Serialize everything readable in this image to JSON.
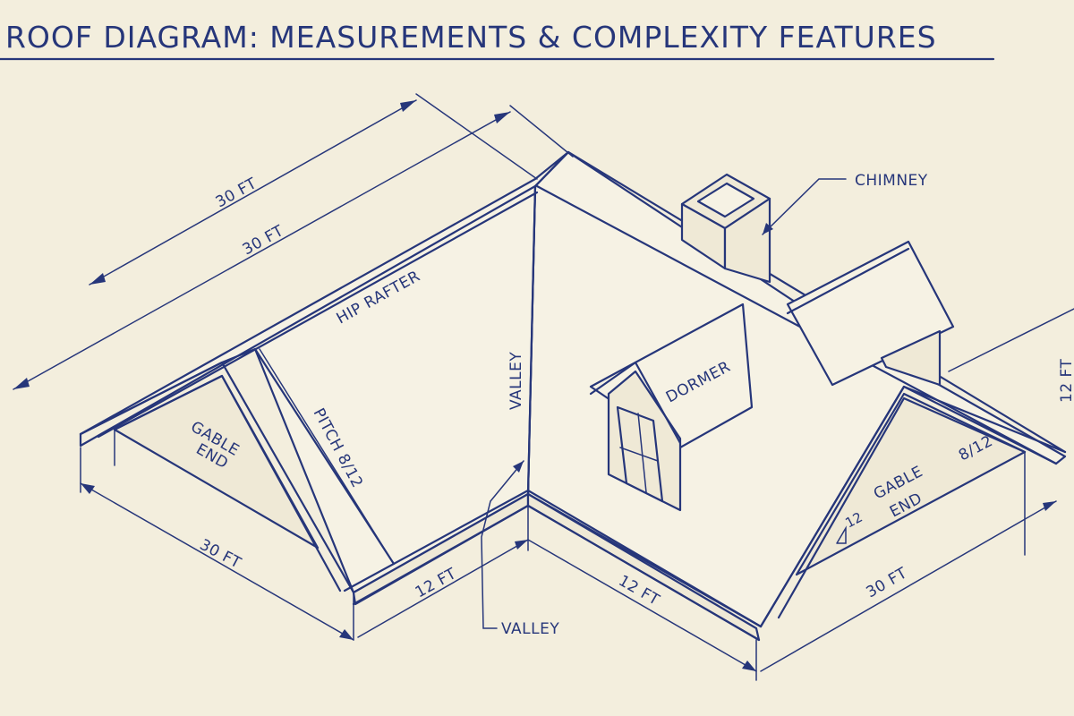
{
  "title": "ROOF DIAGRAM: MEASUREMENTS & COMPLEXITY FEATURES",
  "labels": {
    "ridge_dim_outer": "30 FT",
    "ridge_dim_inner": "30 FT",
    "hip_rafter": "HIP RAFTER",
    "gable_end_left": "GABLE\nEND",
    "pitch": "PITCH 8/12",
    "valley_center": "VALLEY",
    "valley_bottom": "VALLEY",
    "chimney": "CHIMNEY",
    "dormer": "DORMER",
    "gable_end_right": "GABLE\nEND",
    "pitch_right": "8/12",
    "slope_right": "12",
    "right_height": "12 FT",
    "left_base": "30 FT",
    "eave_left": "12 FT",
    "eave_right": "12 FT",
    "right_base": "30 FT"
  }
}
